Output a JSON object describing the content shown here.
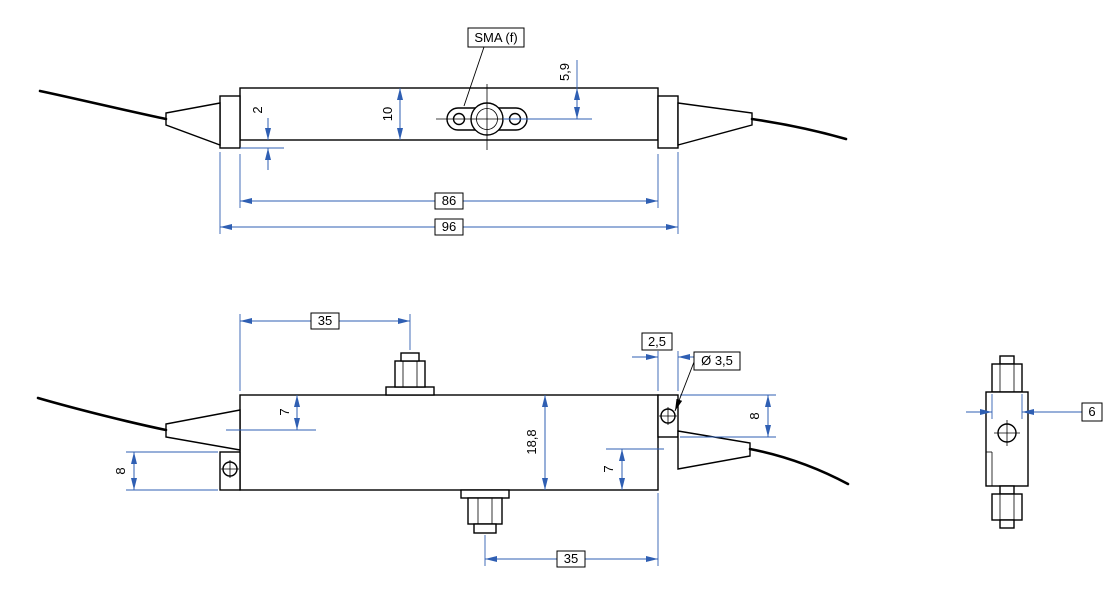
{
  "colors": {
    "outline": "#000000",
    "dimension": "#2f5fb3",
    "label_box_border": "#000000",
    "background": "#ffffff"
  },
  "labels": {
    "sma_connector": "SMA (f)"
  },
  "top_view": {
    "dim_lip": "2",
    "dim_width": "10",
    "dim_offset": "5,9",
    "dim_inner_length": "86",
    "dim_overall_length": "96"
  },
  "front_view": {
    "dim_top_connector_pos": "35",
    "dim_axis_from_top": "7",
    "dim_height": "18,8",
    "dim_tab_offset": "2,5",
    "dim_hole_dia": "Ø 3,5",
    "dim_tab_right": "8",
    "dim_axis_from_bottom": "7",
    "dim_tab_left": "8",
    "dim_bottom_connector_pos": "35"
  },
  "end_view": {
    "dim_width": "6"
  }
}
